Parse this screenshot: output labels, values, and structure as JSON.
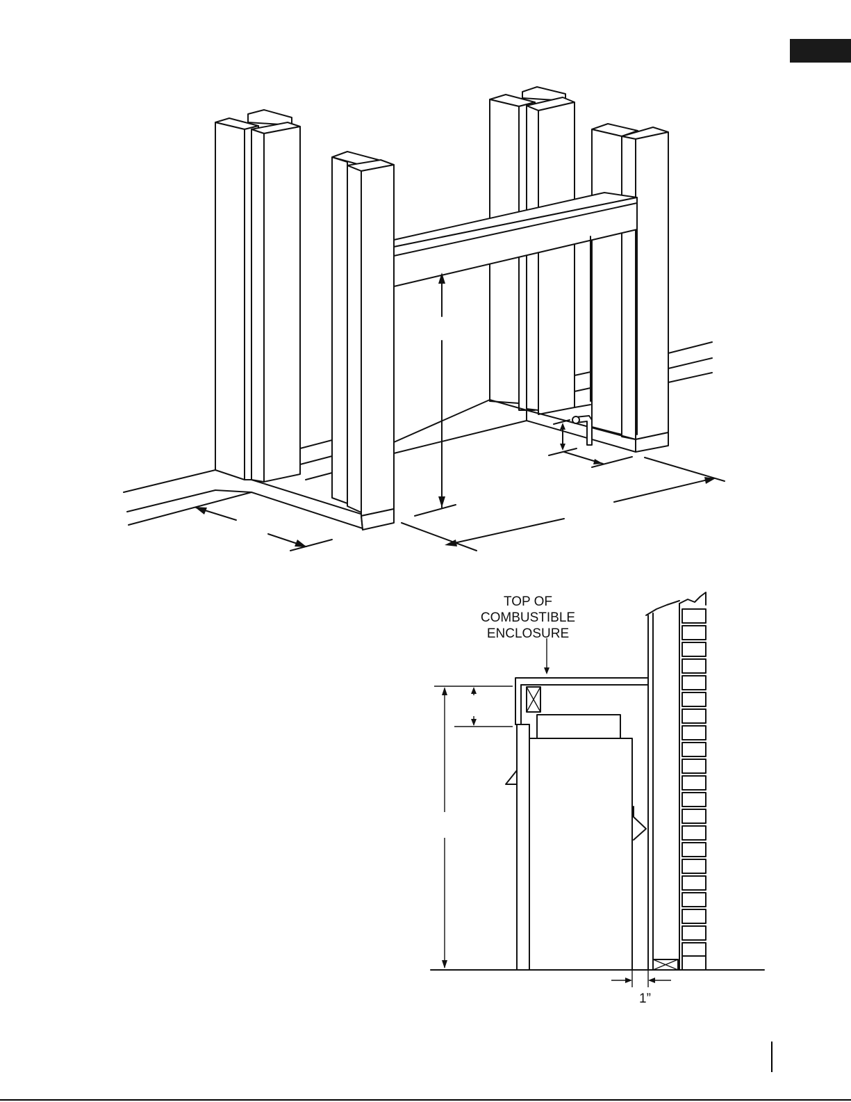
{
  "diagrams": {
    "framing_isometric": {},
    "side_section": {
      "callout_lines": [
        "TOP OF",
        "COMBUSTIBLE",
        "ENCLOSURE"
      ],
      "clearance_label": "1”"
    }
  }
}
